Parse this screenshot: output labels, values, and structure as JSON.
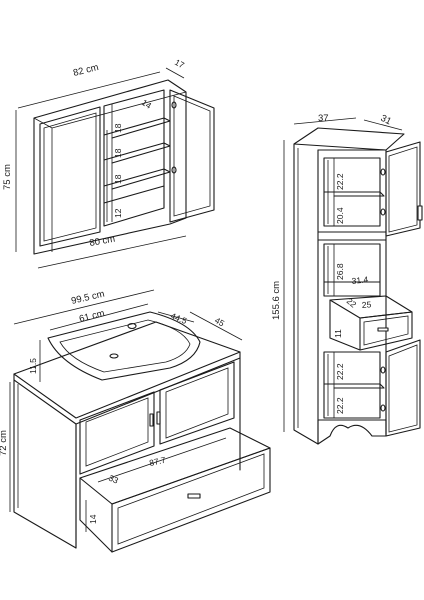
{
  "mirror_cabinet": {
    "width": "82 cm",
    "depth": "17",
    "height": "75 cm",
    "inner_width": "80 cm",
    "shelf_depth": "14",
    "shelf_gap_1": "18",
    "shelf_gap_2": "18",
    "shelf_gap_3": "18",
    "bottom_gap": "12"
  },
  "tall_cabinet": {
    "width": "37",
    "depth": "31",
    "height": "155.6 cm",
    "upper_gap_1": "22.2",
    "upper_gap_2": "20.4",
    "niche_height": "26.8",
    "niche_depth": "31.4",
    "drawer_width": "25",
    "drawer_depth": "22",
    "drawer_height": "11",
    "lower_gap_1": "22.2",
    "lower_gap_2": "22.2"
  },
  "vanity": {
    "width": "99.5 cm",
    "basin_width": "61 cm",
    "basin_depth": "44.5",
    "depth": "45",
    "basin_height": "11.5",
    "height": "72 cm",
    "drawer_inner_width": "87.7",
    "drawer_depth": "33",
    "drawer_height": "14"
  }
}
